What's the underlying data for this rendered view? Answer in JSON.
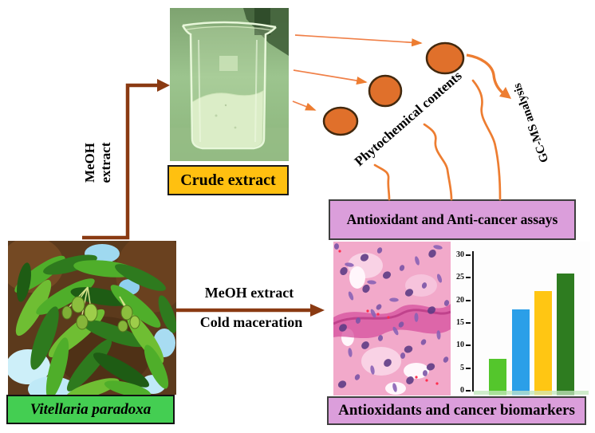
{
  "diagram": {
    "plant_label": "Vitellaria paradoxa",
    "crude_extract_label": "Crude extract",
    "vertical_arrow_label_lines": [
      "MeOH",
      "extract"
    ],
    "horizontal_arrow_label_top": "MeOH extract",
    "horizontal_arrow_label_bottom": "Cold maceration",
    "phytochemical_label": "Phytochemical contents",
    "gcms_label": "GC-MS analysis",
    "assays_box_label": "Antioxidant and Anti-cancer assays",
    "biomarkers_box_label": "Antioxidants and cancer biomarkers"
  },
  "colors": {
    "flow_arrow_brown": "#8a3a12",
    "accent_orange": "#ED7D31",
    "circle_fill": "#E0702B",
    "circle_stroke": "#43290e",
    "crude_box_fill": "#FFC010",
    "plant_box_fill": "#44CE52",
    "pink_box_fill": "#DB9EDB"
  },
  "chart_data": {
    "type": "bar",
    "categories": [
      "",
      "",
      "",
      ""
    ],
    "values": [
      7,
      18,
      22,
      26
    ],
    "bar_colors": [
      "#54C62C",
      "#2B9FE8",
      "#FFC613",
      "#2E7C20"
    ],
    "yticks": [
      0,
      5,
      10,
      15,
      20,
      25,
      30
    ],
    "ylim": [
      0,
      30
    ],
    "title": "",
    "xlabel": "",
    "ylabel": "",
    "grid": false,
    "legend": false
  }
}
